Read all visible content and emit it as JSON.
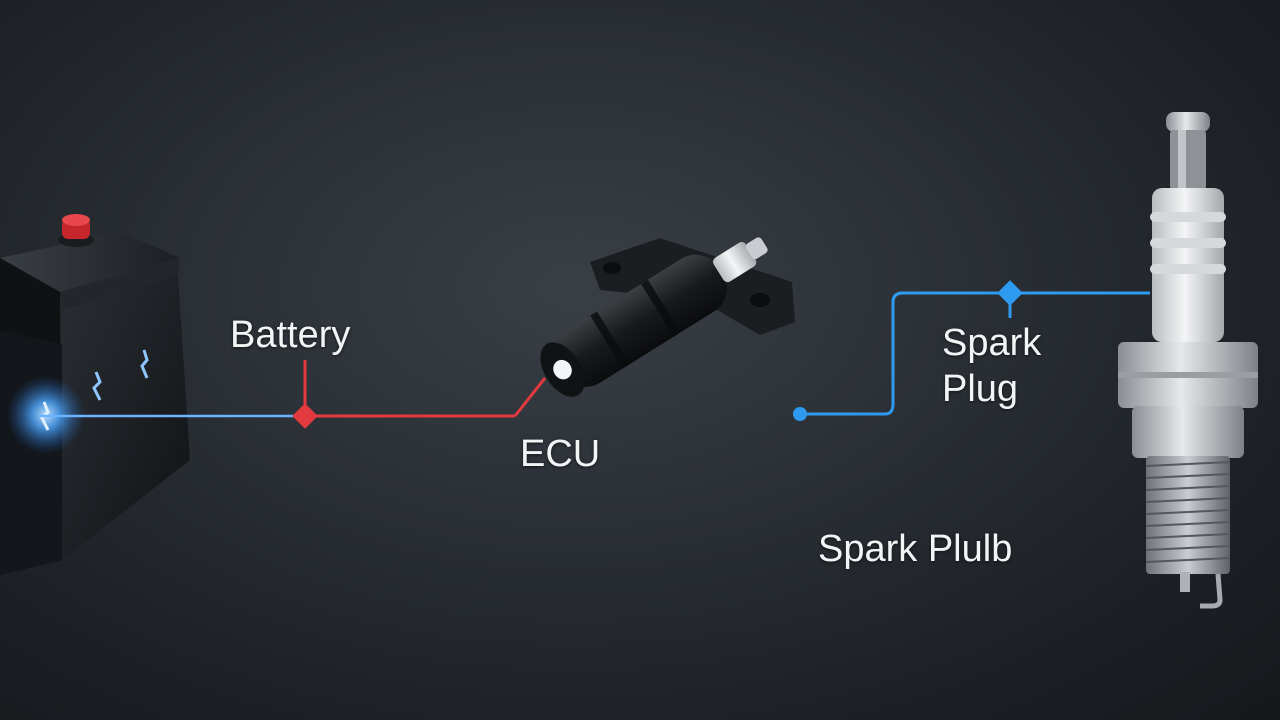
{
  "labels": {
    "battery": "Battery",
    "ecu": "ECU",
    "spark_plug_line1": "Spark",
    "spark_plug_line2": "Plug",
    "spark_plub": "Spark Plulb"
  },
  "components": [
    "battery",
    "ignition-coil",
    "spark-plug"
  ],
  "colors": {
    "background": "#2b3036",
    "wire_red": "#e23a3f",
    "wire_blue": "#2f9bf0",
    "glow_blue": "#4fa8ff",
    "label_text": "#f2f4f6"
  }
}
